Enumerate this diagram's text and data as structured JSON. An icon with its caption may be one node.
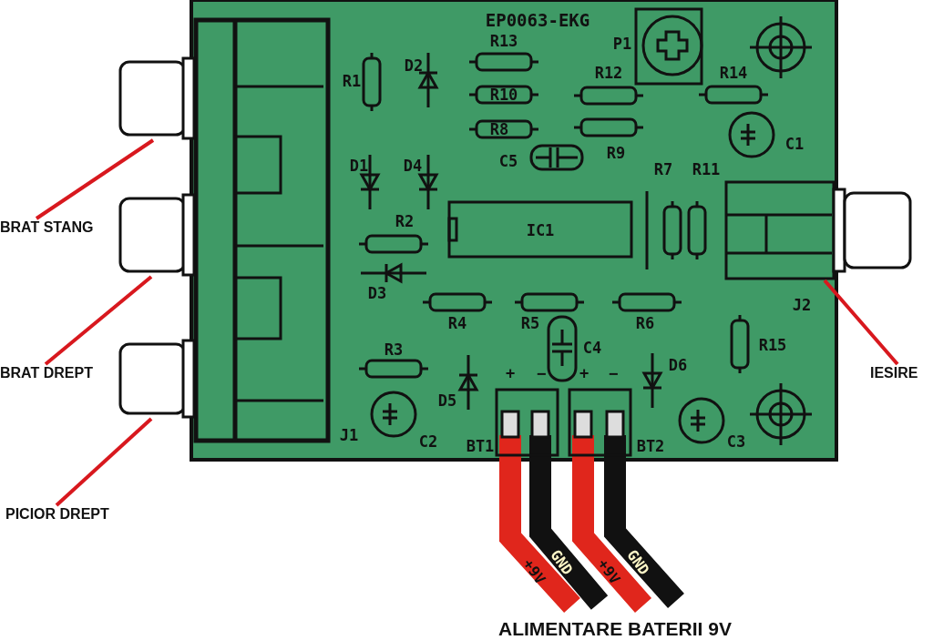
{
  "diagram": {
    "nodes": [
      {
        "text": [
          "BRAT STANG"
        ]
      },
      {
        "text": [],
        "shape": "box"
      },
      {
        "text": [
          "BRAT DREPT"
        ]
      },
      {
        "text": [],
        "shape": "box"
      },
      {
        "text": [
          "PICIOR DREPT"
        ]
      },
      {
        "text": [],
        "shape": "box"
      },
      {
        "text": [
          "IESIRE"
        ]
      },
      {
        "text": [],
        "shape": "box"
      }
    ],
    "edges": [
      {
        "from": 0,
        "to": 1,
        "arrow": "none"
      },
      {
        "from": 2,
        "to": 3,
        "arrow": "none"
      },
      {
        "from": 4,
        "to": 5,
        "arrow": "none"
      },
      {
        "from": 6,
        "to": 7,
        "arrow": "none"
      }
    ],
    "labels": [
      "EP0063-EKG",
      "R13",
      "P1",
      "R1",
      "D2",
      "R10",
      "R12",
      "R14",
      "R8",
      "C1",
      "D1",
      "D4",
      "C5",
      "R9",
      "R7",
      "R11",
      "R2",
      "IC1",
      "D3",
      "J2",
      "R4",
      "R5",
      "R6",
      "R3",
      "C4",
      "R15",
      "D6",
      "+",
      "−",
      "+",
      "−",
      "D5",
      "J1",
      "C2",
      "BT1",
      "BT2",
      "C3",
      "+9V",
      "GND",
      "+9V",
      "GND",
      "ALIMENTARE BATERII 9V"
    ]
  }
}
